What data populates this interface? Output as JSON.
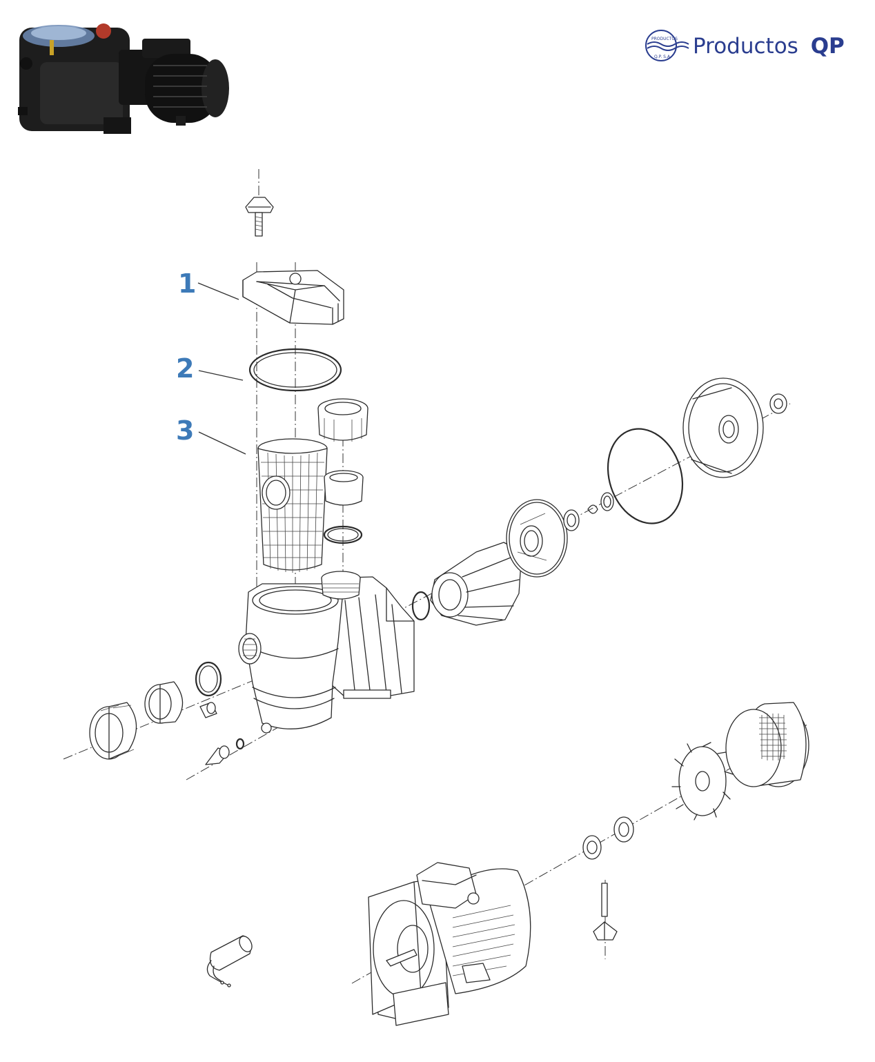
{
  "brand": {
    "name": "Productos",
    "strong": "QP",
    "logo_text_top": "PRODUCTOS",
    "logo_text_bottom": "Q.P. S.A."
  },
  "callouts": [
    {
      "number": "1"
    },
    {
      "number": "2"
    },
    {
      "number": "3"
    }
  ]
}
